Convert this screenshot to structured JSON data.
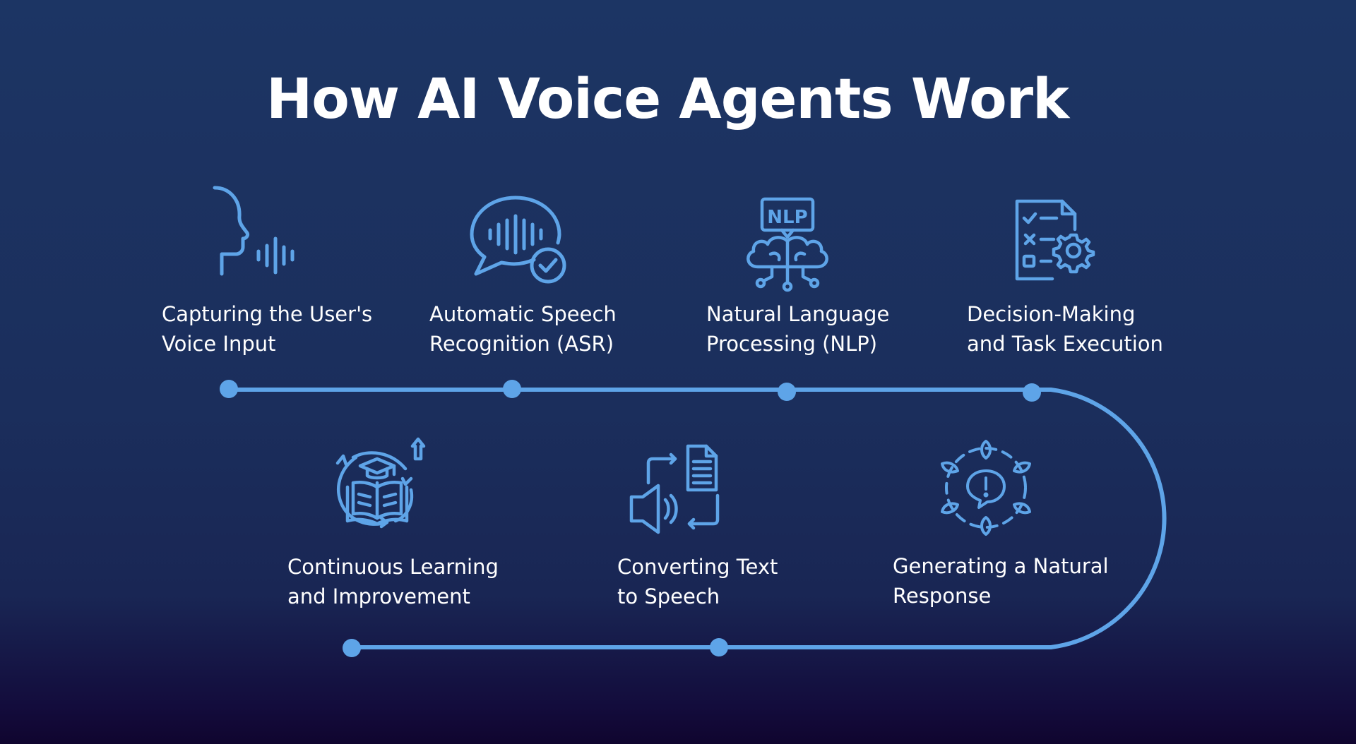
{
  "title": "How AI Voice Agents Work",
  "colors": {
    "accent": "#5ea4e8",
    "text": "#ffffff",
    "background_top": "#1c3564",
    "background_bottom": "#10052f"
  },
  "steps": [
    {
      "icon": "voice-head-icon",
      "line1": "Capturing the User's",
      "line2": "Voice Input"
    },
    {
      "icon": "speech-recognition-icon",
      "line1": "Automatic Speech",
      "line2": "Recognition (ASR)"
    },
    {
      "icon": "nlp-brain-icon",
      "line1": "Natural Language",
      "line2": "Processing (NLP)"
    },
    {
      "icon": "checklist-gear-icon",
      "line1": "Decision-Making",
      "line2": "and Task Execution"
    },
    {
      "icon": "leaves-alert-icon",
      "line1": "Generating a Natural",
      "line2": "Response"
    },
    {
      "icon": "text-to-speech-icon",
      "line1": "Converting Text",
      "line2": "to Speech"
    },
    {
      "icon": "learning-cycle-icon",
      "line1": "Continuous Learning",
      "line2": "and Improvement"
    }
  ]
}
